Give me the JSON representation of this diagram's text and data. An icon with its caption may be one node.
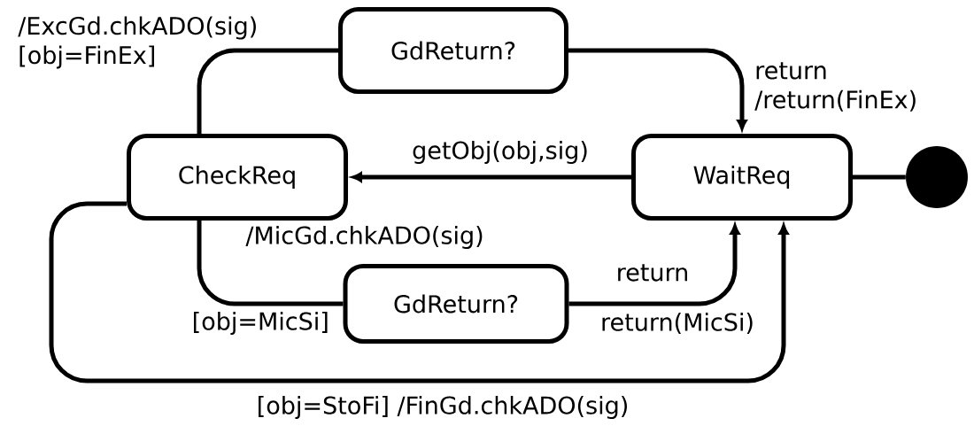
{
  "diagram": {
    "nodes": [
      {
        "text": [
          "GdReturn?"
        ]
      },
      {
        "text": [
          "CheckReq"
        ]
      },
      {
        "text": [
          "WaitReq"
        ]
      },
      {
        "text": [],
        "shape": "circle"
      },
      {
        "text": [
          "GdReturn?"
        ]
      }
    ],
    "edges": [
      {
        "from": 2,
        "to": 1,
        "arrow": "to",
        "label": "getObj(obj,sig)"
      },
      {
        "from": 1,
        "to": 0,
        "arrow": "none",
        "label": "/ExcGd.chkADO(sig) [obj=FinEx]"
      },
      {
        "from": 0,
        "to": 2,
        "arrow": "to",
        "label": "return /return(FinEx)"
      },
      {
        "from": 1,
        "to": 4,
        "arrow": "none",
        "label": "/MicGd.chkADO(sig)"
      },
      {
        "from": 4,
        "to": 2,
        "arrow": "to",
        "label": "return"
      },
      {
        "from": 1,
        "to": 2,
        "arrow": "to",
        "label": "[obj=StoFi] /FinGd.chkADO(sig)"
      },
      {
        "from": 2,
        "to": 3,
        "arrow": "none"
      }
    ],
    "labels": [
      "[obj=MicSi]",
      "return(MicSi)"
    ]
  }
}
